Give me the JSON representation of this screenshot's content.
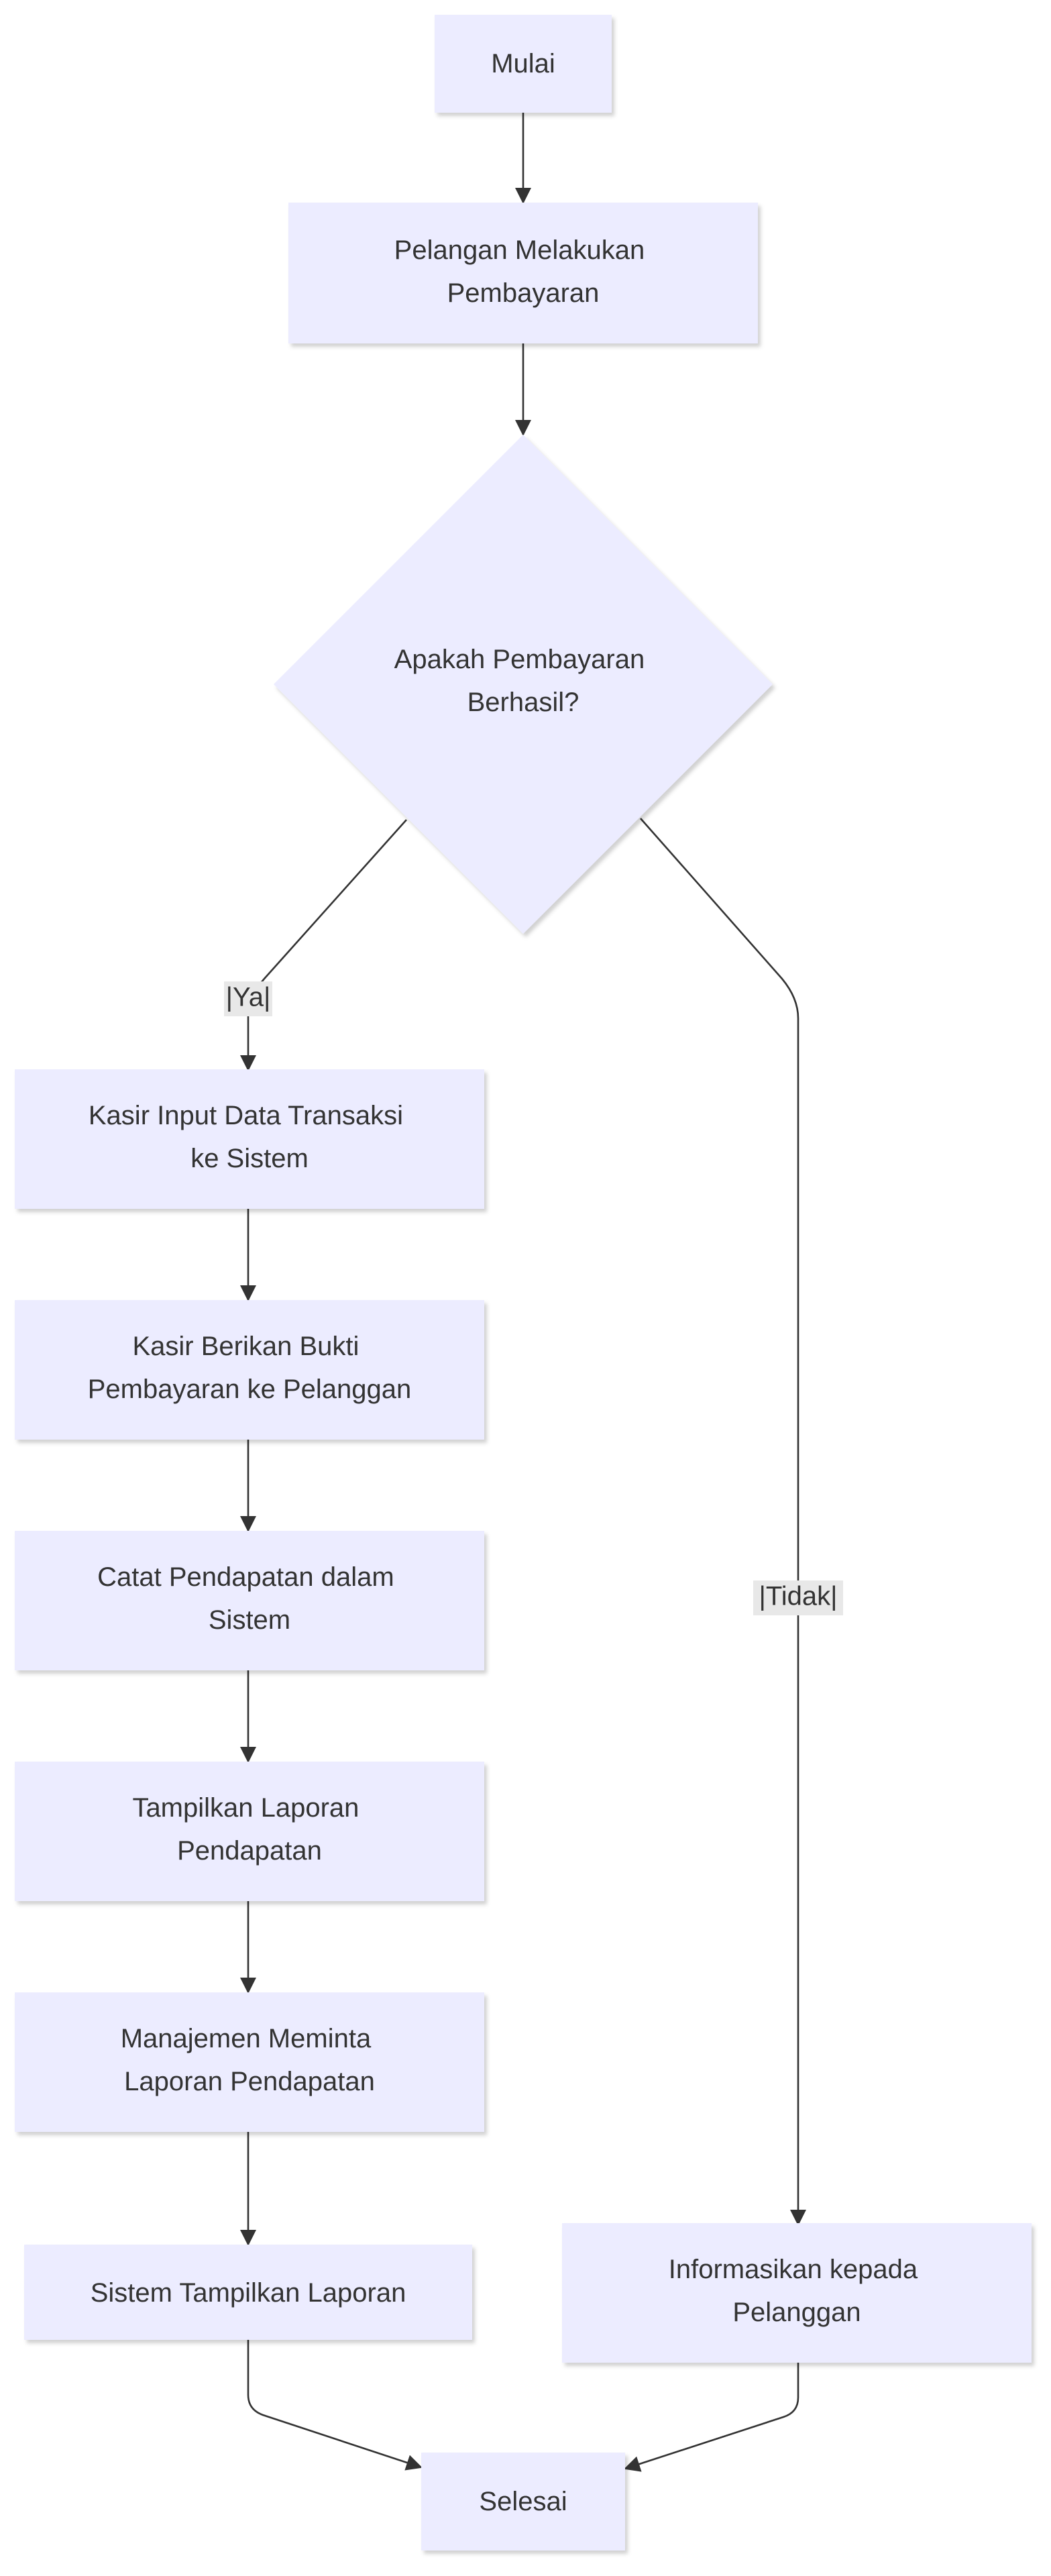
{
  "flowchart": {
    "nodes": {
      "start": {
        "lines": [
          "Mulai"
        ]
      },
      "payment": {
        "lines": [
          "Pelangan Melakukan",
          "Pembayaran"
        ]
      },
      "decision": {
        "lines": [
          "Apakah Pembayaran",
          "Berhasil?"
        ]
      },
      "input": {
        "lines": [
          "Kasir Input Data Transaksi",
          "ke Sistem"
        ]
      },
      "receipt": {
        "lines": [
          "Kasir Berikan Bukti",
          "Pembayaran ke Pelanggan"
        ]
      },
      "record": {
        "lines": [
          "Catat Pendapatan dalam",
          "Sistem"
        ]
      },
      "showReport": {
        "lines": [
          "Tampilkan Laporan",
          "Pendapatan"
        ]
      },
      "request": {
        "lines": [
          "Manajemen Meminta",
          "Laporan Pendapatan"
        ]
      },
      "systemReport": {
        "lines": [
          "Sistem Tampilkan Laporan"
        ]
      },
      "inform": {
        "lines": [
          "Informasikan kepada",
          "Pelanggan"
        ]
      },
      "end": {
        "lines": [
          "Selesai"
        ]
      }
    },
    "edge_labels": {
      "yes": "|Ya|",
      "no": "|Tidak|"
    },
    "colors": {
      "node_fill": "#ececff",
      "edge_stroke": "#333333",
      "label_bg": "#e8e8e8",
      "text": "#333333"
    }
  }
}
